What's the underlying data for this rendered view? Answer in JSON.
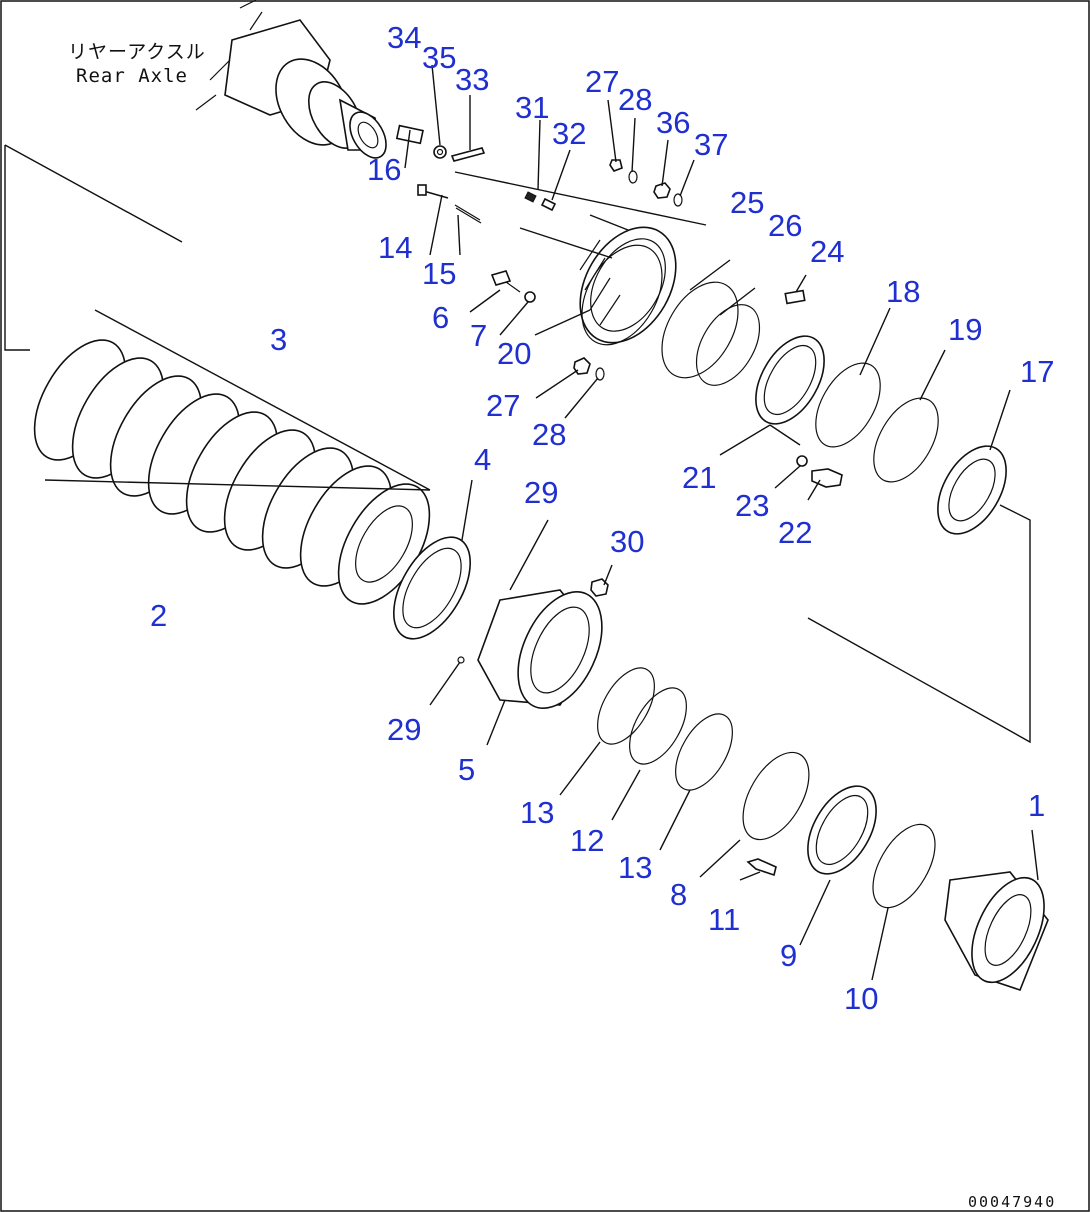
{
  "axle_label": {
    "jp": "リヤーアクスル",
    "en": "Rear Axle"
  },
  "drawing_number": "00047940",
  "colors": {
    "part_label": "#1f2fd0",
    "line": "#111111"
  },
  "part_labels": [
    "34",
    "35",
    "33",
    "27",
    "28",
    "31",
    "32",
    "36",
    "37",
    "16",
    "14",
    "15",
    "25",
    "26",
    "24",
    "18",
    "19",
    "17",
    "6",
    "7",
    "20",
    "27",
    "28",
    "3",
    "21",
    "23",
    "22",
    "4",
    "29",
    "30",
    "2",
    "29",
    "5",
    "13",
    "12",
    "13",
    "8",
    "11",
    "9",
    "1",
    "10"
  ]
}
